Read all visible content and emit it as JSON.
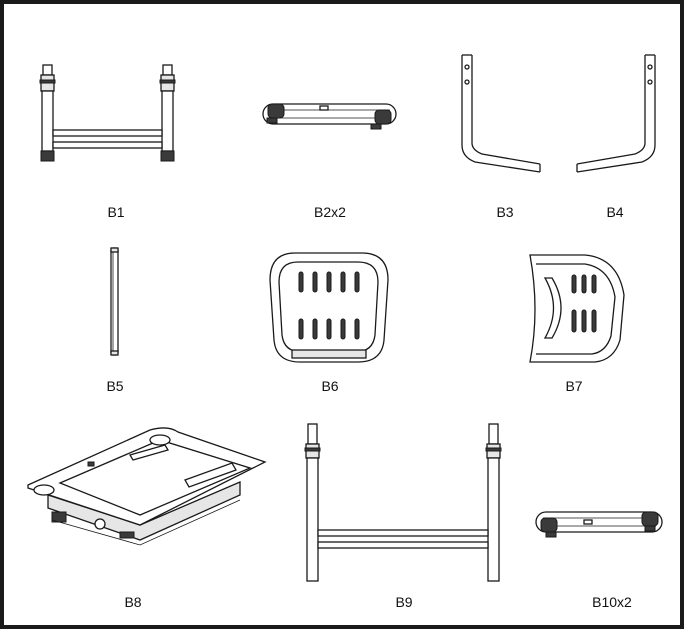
{
  "parts": [
    {
      "id": "b1",
      "label": "B1"
    },
    {
      "id": "b2",
      "label": "B2x2"
    },
    {
      "id": "b3",
      "label": "B3"
    },
    {
      "id": "b4",
      "label": "B4"
    },
    {
      "id": "b5",
      "label": "B5"
    },
    {
      "id": "b6",
      "label": "B6"
    },
    {
      "id": "b7",
      "label": "B7"
    },
    {
      "id": "b8",
      "label": "B8"
    },
    {
      "id": "b9",
      "label": "B9"
    },
    {
      "id": "b10",
      "label": "B10x2"
    }
  ]
}
